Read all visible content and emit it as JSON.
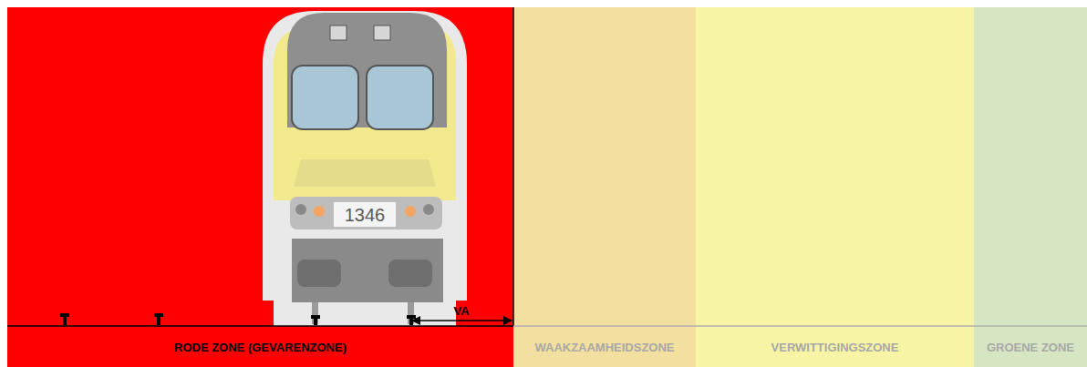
{
  "diagram": {
    "nodes": [
      {
        "text": [
          "RODE ZONE (GEVARENZONE)"
        ]
      },
      {
        "text": [
          "WAAKZAAMHEIDSZONE"
        ]
      },
      {
        "text": [
          "VERWITTIGINGSZONE"
        ]
      },
      {
        "text": [
          "GROENE ZONE"
        ]
      }
    ],
    "labels": [
      "1346",
      "VA"
    ]
  }
}
